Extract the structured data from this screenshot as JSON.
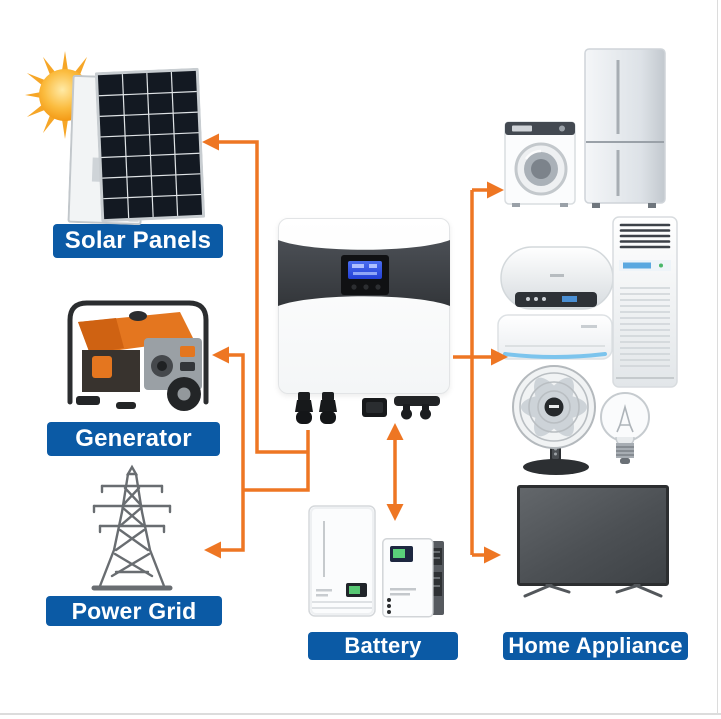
{
  "labels": {
    "solar_panels": "Solar Panels",
    "generator": "Generator",
    "power_grid": "Power Grid",
    "battery": "Battery",
    "home_appliance": "Home Appliance"
  },
  "colors": {
    "arrow": "#ee7623",
    "label_bg": "#0b5aa5",
    "label_text": "#ffffff"
  },
  "icons": [
    "sun-icon",
    "solar-panel-icon",
    "generator-icon",
    "power-grid-tower-icon",
    "hybrid-inverter-icon",
    "battery-pack-icon",
    "washing-machine-icon",
    "refrigerator-icon",
    "water-heater-icon",
    "wall-ac-icon",
    "floor-ac-icon",
    "fan-icon",
    "light-bulb-icon",
    "tv-icon"
  ],
  "connections": [
    {
      "from": "inverter",
      "to": "solar-panels",
      "bidirectional": false
    },
    {
      "from": "inverter",
      "to": "generator",
      "bidirectional": false
    },
    {
      "from": "inverter",
      "to": "power-grid",
      "bidirectional": false
    },
    {
      "from": "inverter",
      "to": "battery",
      "bidirectional": true
    },
    {
      "from": "inverter",
      "to": "washer-and-fridge",
      "bidirectional": false
    },
    {
      "from": "inverter",
      "to": "heater-and-ac",
      "bidirectional": false
    },
    {
      "from": "inverter",
      "to": "tv",
      "bidirectional": false
    }
  ]
}
